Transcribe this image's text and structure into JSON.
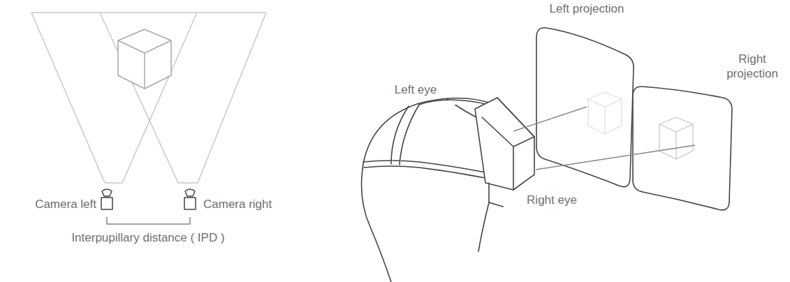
{
  "diagram": {
    "labels": [
      "Camera left",
      "Camera right",
      "Interpupillary distance ( IPD )",
      "Left eye",
      "Right eye",
      "Left projection",
      "Right projection"
    ]
  }
}
